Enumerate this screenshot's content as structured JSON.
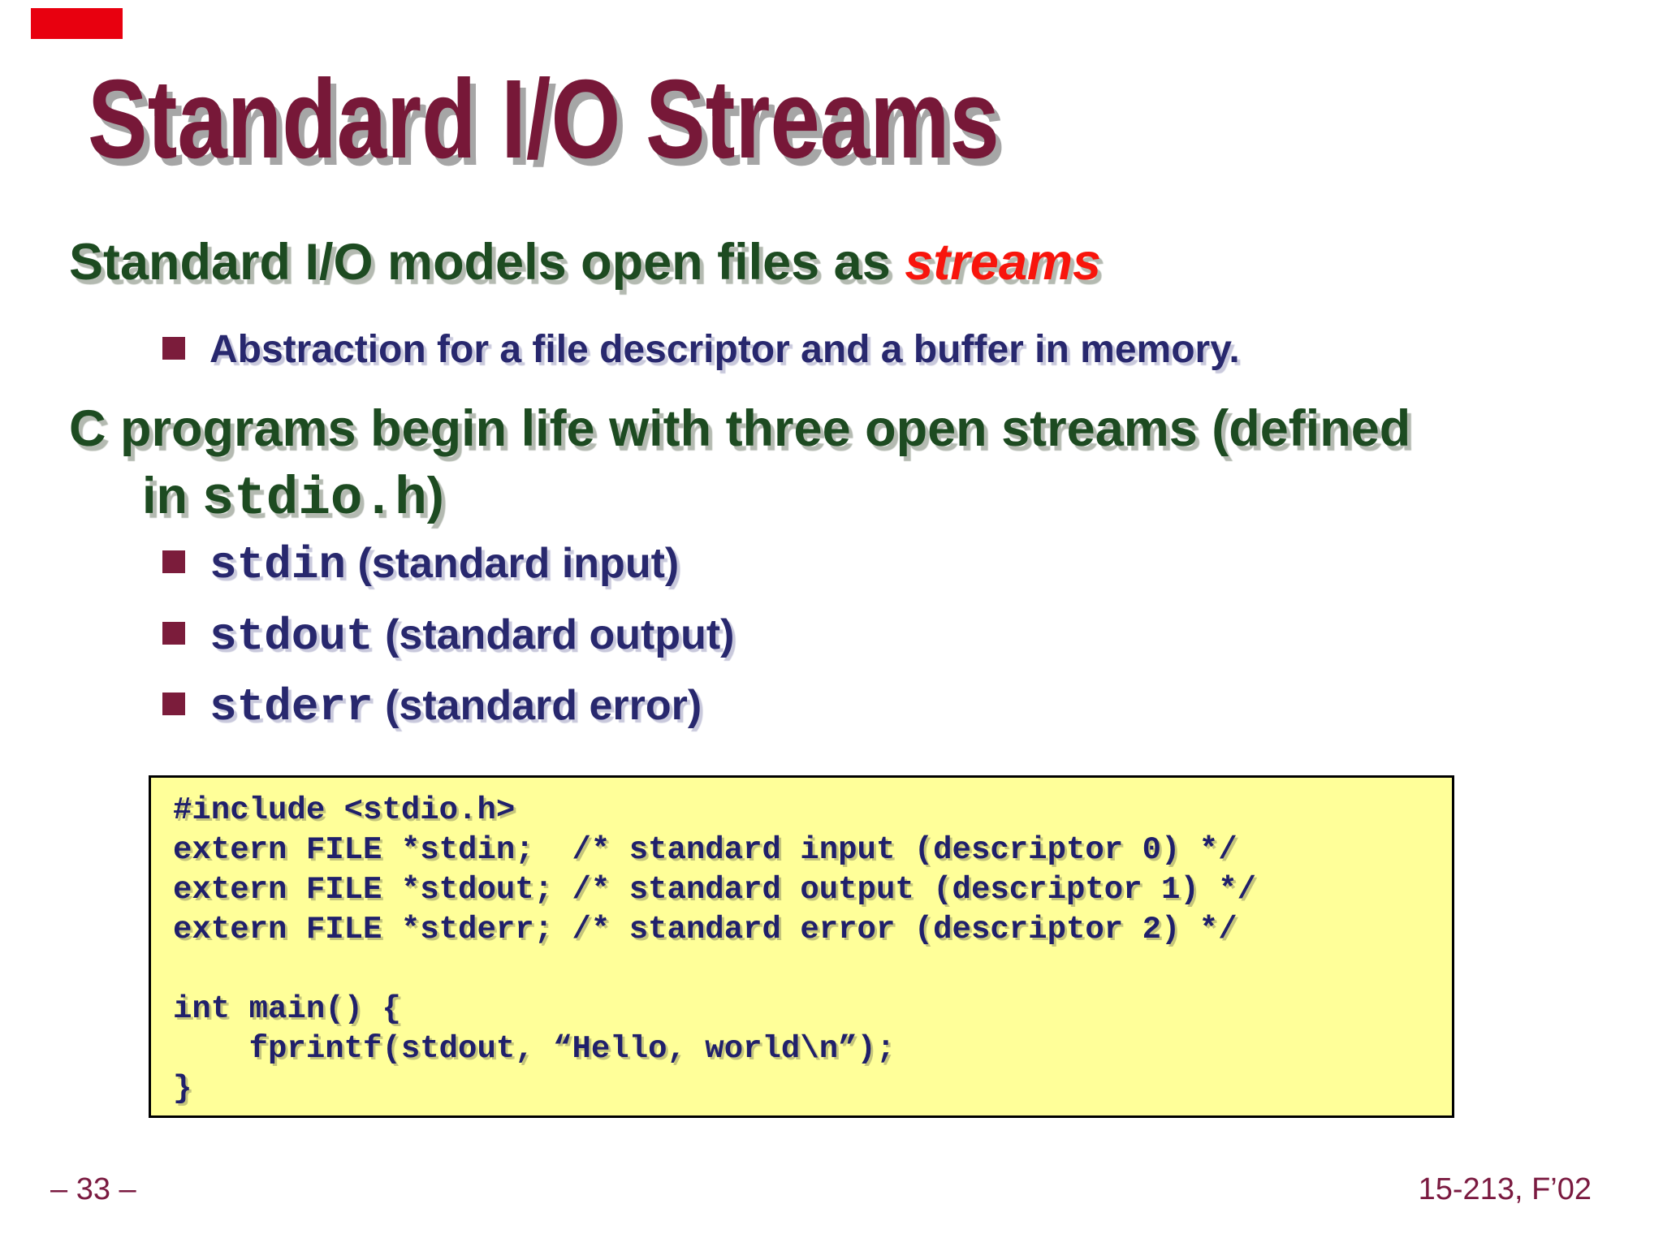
{
  "slide": {
    "title": "Standard I/O Streams",
    "heading1": {
      "prefix": "Standard I/O models open files as ",
      "emphasis": "streams"
    },
    "sub_bullet": "Abstraction for a file descriptor and a buffer in memory.",
    "heading2": {
      "line1": "C programs begin life with three open streams (defined",
      "line2_prefix": "in ",
      "line2_code": "stdio.h",
      "line2_suffix": ")"
    },
    "stream_bullets": [
      {
        "code": "stdin",
        "desc": " (standard input)"
      },
      {
        "code": "stdout",
        "desc": " (standard output)"
      },
      {
        "code": "stderr",
        "desc": " (standard error)"
      }
    ],
    "code_block": {
      "lines": [
        "#include <stdio.h>",
        "extern FILE *stdin;  /* standard input (descriptor 0) */",
        "extern FILE *stdout; /* standard output (descriptor 1) */",
        "extern FILE *stderr; /* standard error (descriptor 2) */",
        "",
        "int main() {",
        "    fprintf(stdout, “Hello, world\\n”);",
        "}"
      ]
    },
    "footer": {
      "page_number": "– 33 –",
      "course_label": "15-213, F’02"
    }
  },
  "colors": {
    "corner": "#e8000f",
    "title-maroon": "#771838",
    "green": "#1d4b21",
    "red": "#f8150c",
    "navy": "#28286e",
    "code-navy": "#20206b",
    "bullet-maroon": "#7b1c3b",
    "code-bg": "#ffff99",
    "code-border": "#000000",
    "footer-maroon": "#7a1a40"
  }
}
